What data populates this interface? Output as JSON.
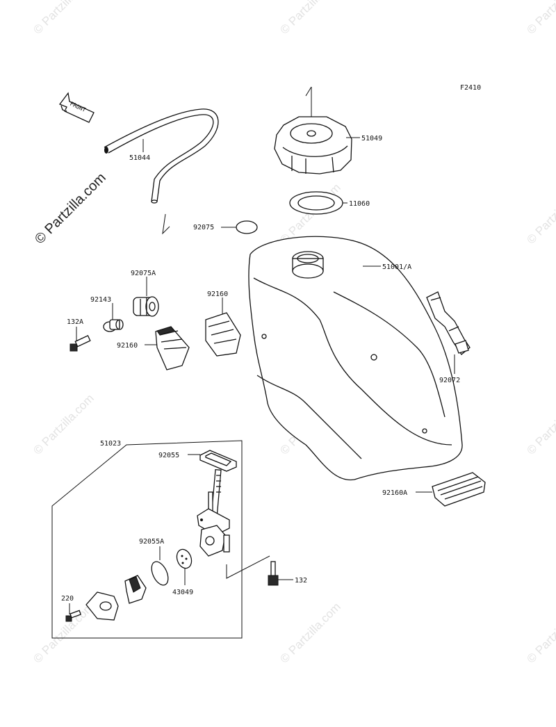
{
  "diagram_code": "F2410",
  "watermark_text": "© Partzilla.com",
  "front_label": "FRONT",
  "parts": {
    "hose": "51044",
    "cap": "51049",
    "cap_gasket": "11060",
    "plug": "92075",
    "tank": "51001/A",
    "damper_a": "92075A",
    "collar": "92143",
    "bolt_132a": "132A",
    "pad_left": "92160",
    "pad_mid": "92160",
    "band": "92072",
    "cock_assy": "51023",
    "cock_gasket": "92055",
    "oring": "92055A",
    "lever_seal": "43049",
    "bolt_220": "220",
    "bolt_132": "132",
    "pad_a": "92160A"
  }
}
